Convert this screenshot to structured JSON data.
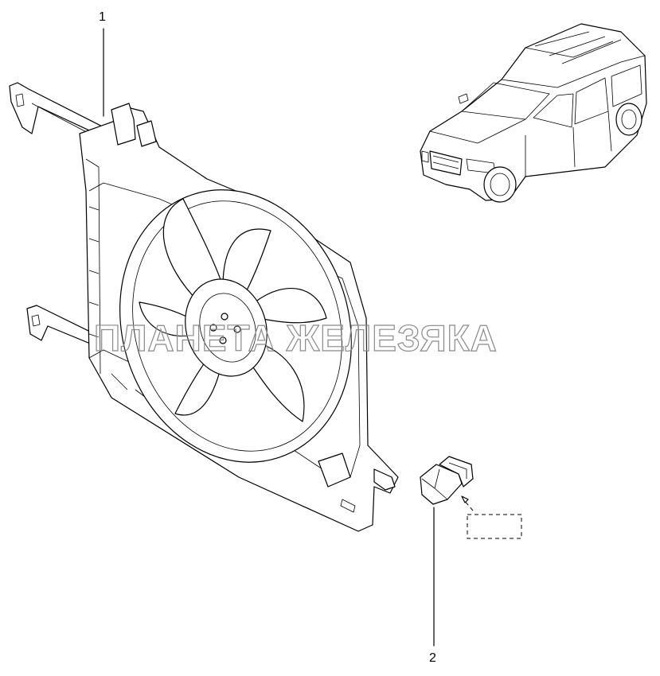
{
  "callouts": [
    {
      "id": "1",
      "text": "1"
    },
    {
      "id": "2",
      "text": "2"
    }
  ],
  "watermark": {
    "text": "ПЛАНЕТА ЖЕЛЕЗЯКА"
  },
  "parts": {
    "fan_assembly": {
      "icon": "radiator-fan-shroud-icon"
    },
    "resistor": {
      "icon": "fan-resistor-icon"
    },
    "vehicle": {
      "icon": "minivan-car-icon"
    }
  },
  "colors": {
    "line": "#000000",
    "background": "#ffffff",
    "watermark_outline": "#8a8a8a"
  }
}
